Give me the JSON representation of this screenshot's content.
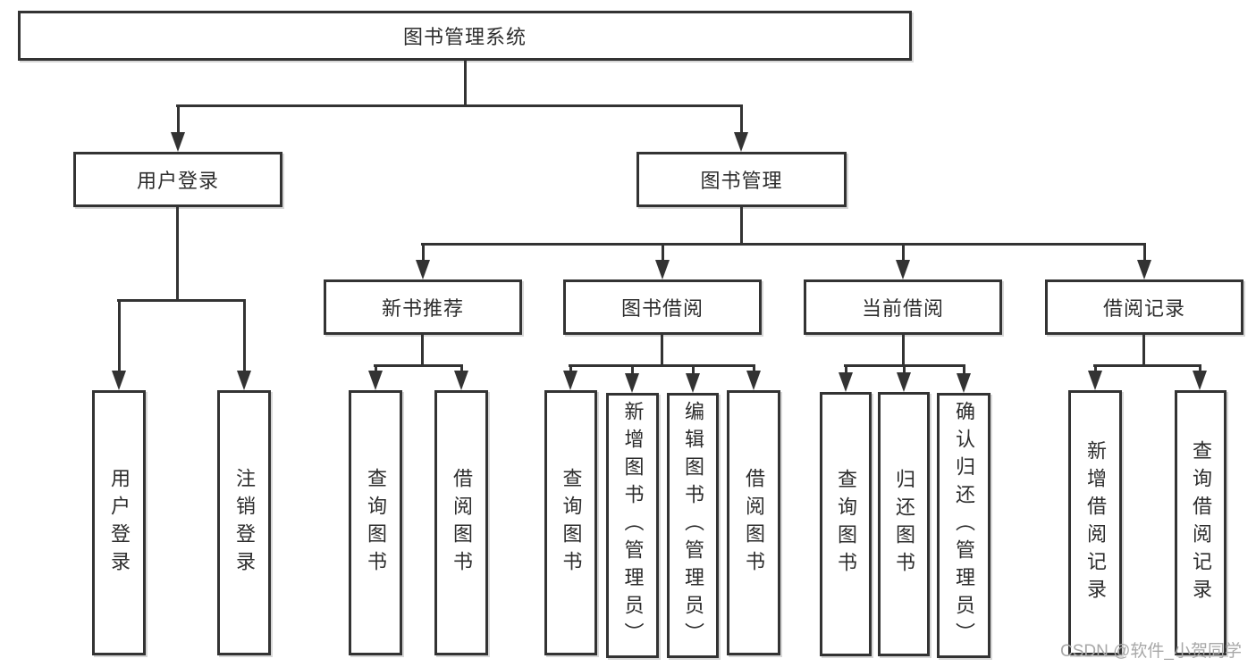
{
  "tree": {
    "label": "图书管理系统",
    "children": [
      {
        "label": "用户登录",
        "children": [
          {
            "label": "用户登录"
          },
          {
            "label": "注销登录"
          }
        ]
      },
      {
        "label": "图书管理",
        "children": [
          {
            "label": "新书推荐",
            "children": [
              {
                "label": "查询图书"
              },
              {
                "label": "借阅图书"
              }
            ]
          },
          {
            "label": "图书借阅",
            "children": [
              {
                "label": "查询图书"
              },
              {
                "label": "新增图书（管理员）"
              },
              {
                "label": "编辑图书（管理员）"
              },
              {
                "label": "借阅图书"
              }
            ]
          },
          {
            "label": "当前借阅",
            "children": [
              {
                "label": "查询图书"
              },
              {
                "label": "归还图书"
              },
              {
                "label": "确认归还（管理员）"
              }
            ]
          },
          {
            "label": "借阅记录",
            "children": [
              {
                "label": "新增借阅记录"
              },
              {
                "label": "查询借阅记录"
              }
            ]
          }
        ]
      }
    ]
  },
  "watermark": {
    "text": "CSDN @软件_小贺同学"
  },
  "colors": {
    "line": "#333333",
    "text": "#2d2d2d",
    "background": "#ffffff",
    "watermark": "#a8a8a8"
  }
}
